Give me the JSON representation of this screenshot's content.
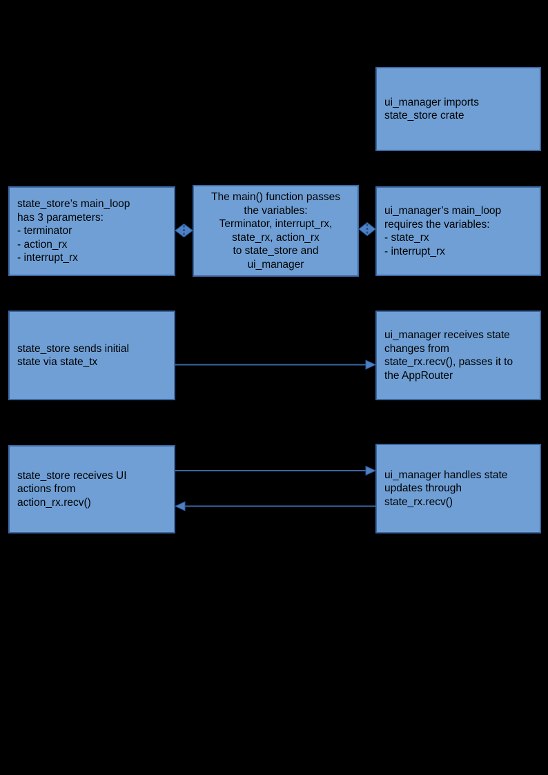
{
  "diagram": {
    "background_color": "#000000",
    "box_fill_color": "#6F9FD5",
    "box_border_color": "#3B67A3",
    "connector_line_color": "#3B67A3",
    "connector_head_fill_color": "#4F80C1",
    "connector_head_stroke_color": "#2B5CA0",
    "diamond_dash_color": "#1E4E94",
    "boxes": {
      "imports": "ui_manager imports\nstate_store crate",
      "params": "state_store’s main_loop\nhas 3 parameters:\n- terminator\n- action_rx\n- interrupt_rx",
      "main": "The main() function passes\nthe variables:\nTerminator, interrupt_rx,\nstate_rx, action_rx\nto state_store and\nui_manager",
      "requires": "ui_manager’s main_loop\nrequires the variables:\n- state_rx\n- interrupt_rx",
      "sends": "state_store sends initial\nstate via state_tx",
      "receives_state": "ui_manager receives state\nchanges from\nstate_rx.recv(), passes it to\nthe AppRouter",
      "receives_ui": "state_store receives UI\nactions from\naction_rx.recv()",
      "handles": "ui_manager handles state\nupdates through\nstate_rx.recv()"
    }
  }
}
